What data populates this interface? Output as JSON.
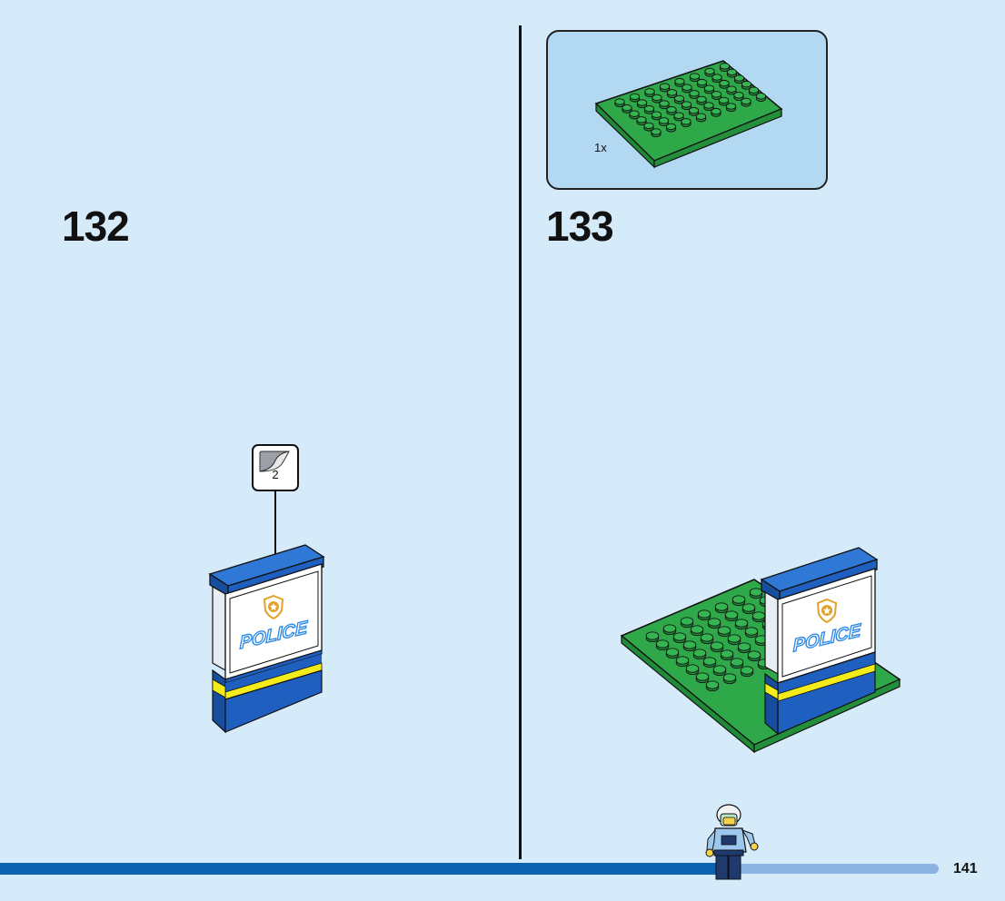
{
  "steps": [
    {
      "number": "132"
    },
    {
      "number": "133"
    }
  ],
  "parts_list": {
    "items": [
      {
        "quantity": "1x",
        "part": "green-plate-icon",
        "color": "#2fa84a"
      }
    ]
  },
  "subassembly": {
    "number": "2"
  },
  "sign": {
    "text": "POLICE"
  },
  "page": {
    "number": "141"
  },
  "colors": {
    "background": "#d6ebfa",
    "sign_blue": "#1e5fbf",
    "sign_yellow": "#f3ec1a",
    "plate_green": "#2fa84a",
    "bar_dark": "#0a62b0",
    "bar_light": "#8db3e2"
  },
  "icons": [
    "green-plate-icon",
    "police-sign-icon",
    "minifigure-icon",
    "subassembly-page-icon"
  ]
}
